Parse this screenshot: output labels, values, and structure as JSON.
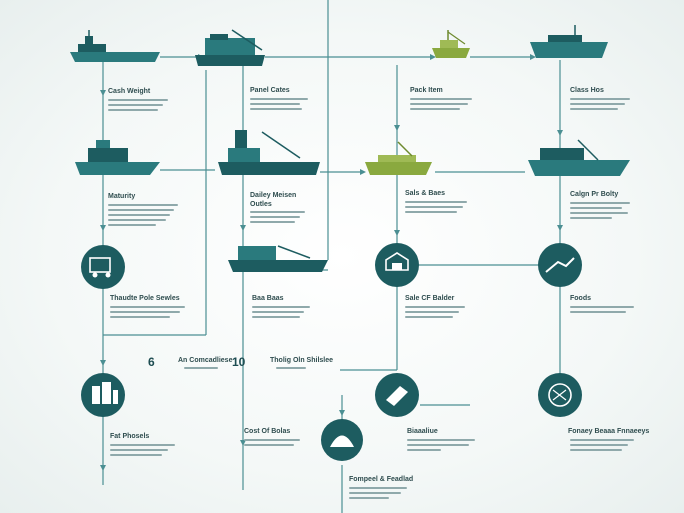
{
  "colors": {
    "teal_dark": "#1d5c60",
    "teal": "#2a7a7d",
    "olive": "#8aa93f",
    "line": "#4b8f93",
    "text_lines": "#8fa9ab"
  },
  "labels": {
    "r1_1": "Cash Weight",
    "r1_2": "Panel Cates",
    "r1_3": "Pack Item",
    "r1_4": "Class Hos",
    "r2_1": "Maturity",
    "r2_2a": "Dailey Meisen",
    "r2_2b": "Outles",
    "r2_3": "Sals & Baes",
    "r2_4": "Calgn Pr Bolty",
    "r3_1": "Thaudte Pole Sewles",
    "r3_2": "Baa Baas",
    "r3_3": "Sale CF Balder",
    "r3_4": "Foods",
    "r4_1": "Fat Phosels",
    "r4_2": "Cost Of Bolas",
    "r4_3": "Biaaaliue",
    "r4_4": "Fonaey Beaaa Fnnaeeys",
    "r5_1": "Fompeel & Feadlad",
    "mid_a": "An Comcadliese",
    "mid_b": "Tholig Oln Shilslee",
    "num_6": "6",
    "num_10": "10"
  },
  "icons": [
    "cargo-ship-icon",
    "tugboat-icon",
    "barge-icon",
    "container-ship-icon",
    "truck-icon",
    "warehouse-icon",
    "handshake-icon",
    "boxes-icon",
    "harvest-icon",
    "globe-icon",
    "dome-icon"
  ]
}
